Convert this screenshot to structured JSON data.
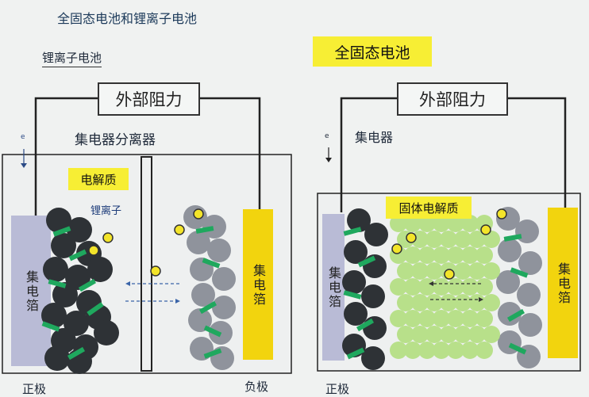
{
  "title": "全固态电池和锂离子电池",
  "subtitle": "锂离子电池",
  "left": {
    "resistance": "外部阻力",
    "collector_separator": "集电器分离器",
    "electrolyte": "电解质",
    "lithium_ion": "锂离子",
    "foil_left": "集电箔",
    "foil_right": "集电箔",
    "electron": "e",
    "positive": "正极",
    "negative": "负极"
  },
  "right": {
    "heading": "全固态电池",
    "resistance": "外部阻力",
    "collector": "集电器",
    "electrolyte": "固体电解质",
    "foil_left": "集电箔",
    "foil_right": "集电箔",
    "electron": "e",
    "positive": "正极"
  },
  "colors": {
    "highlight": "#f7ee34",
    "foil_blue": "#b9bbd6",
    "foil_yellow": "#f2d40e",
    "cathode": "#2e3236",
    "anode": "#8f939c",
    "solid_electrolyte": "#b8e08a",
    "green_bar": "#1fa85e",
    "ion": "#f3e42a"
  }
}
